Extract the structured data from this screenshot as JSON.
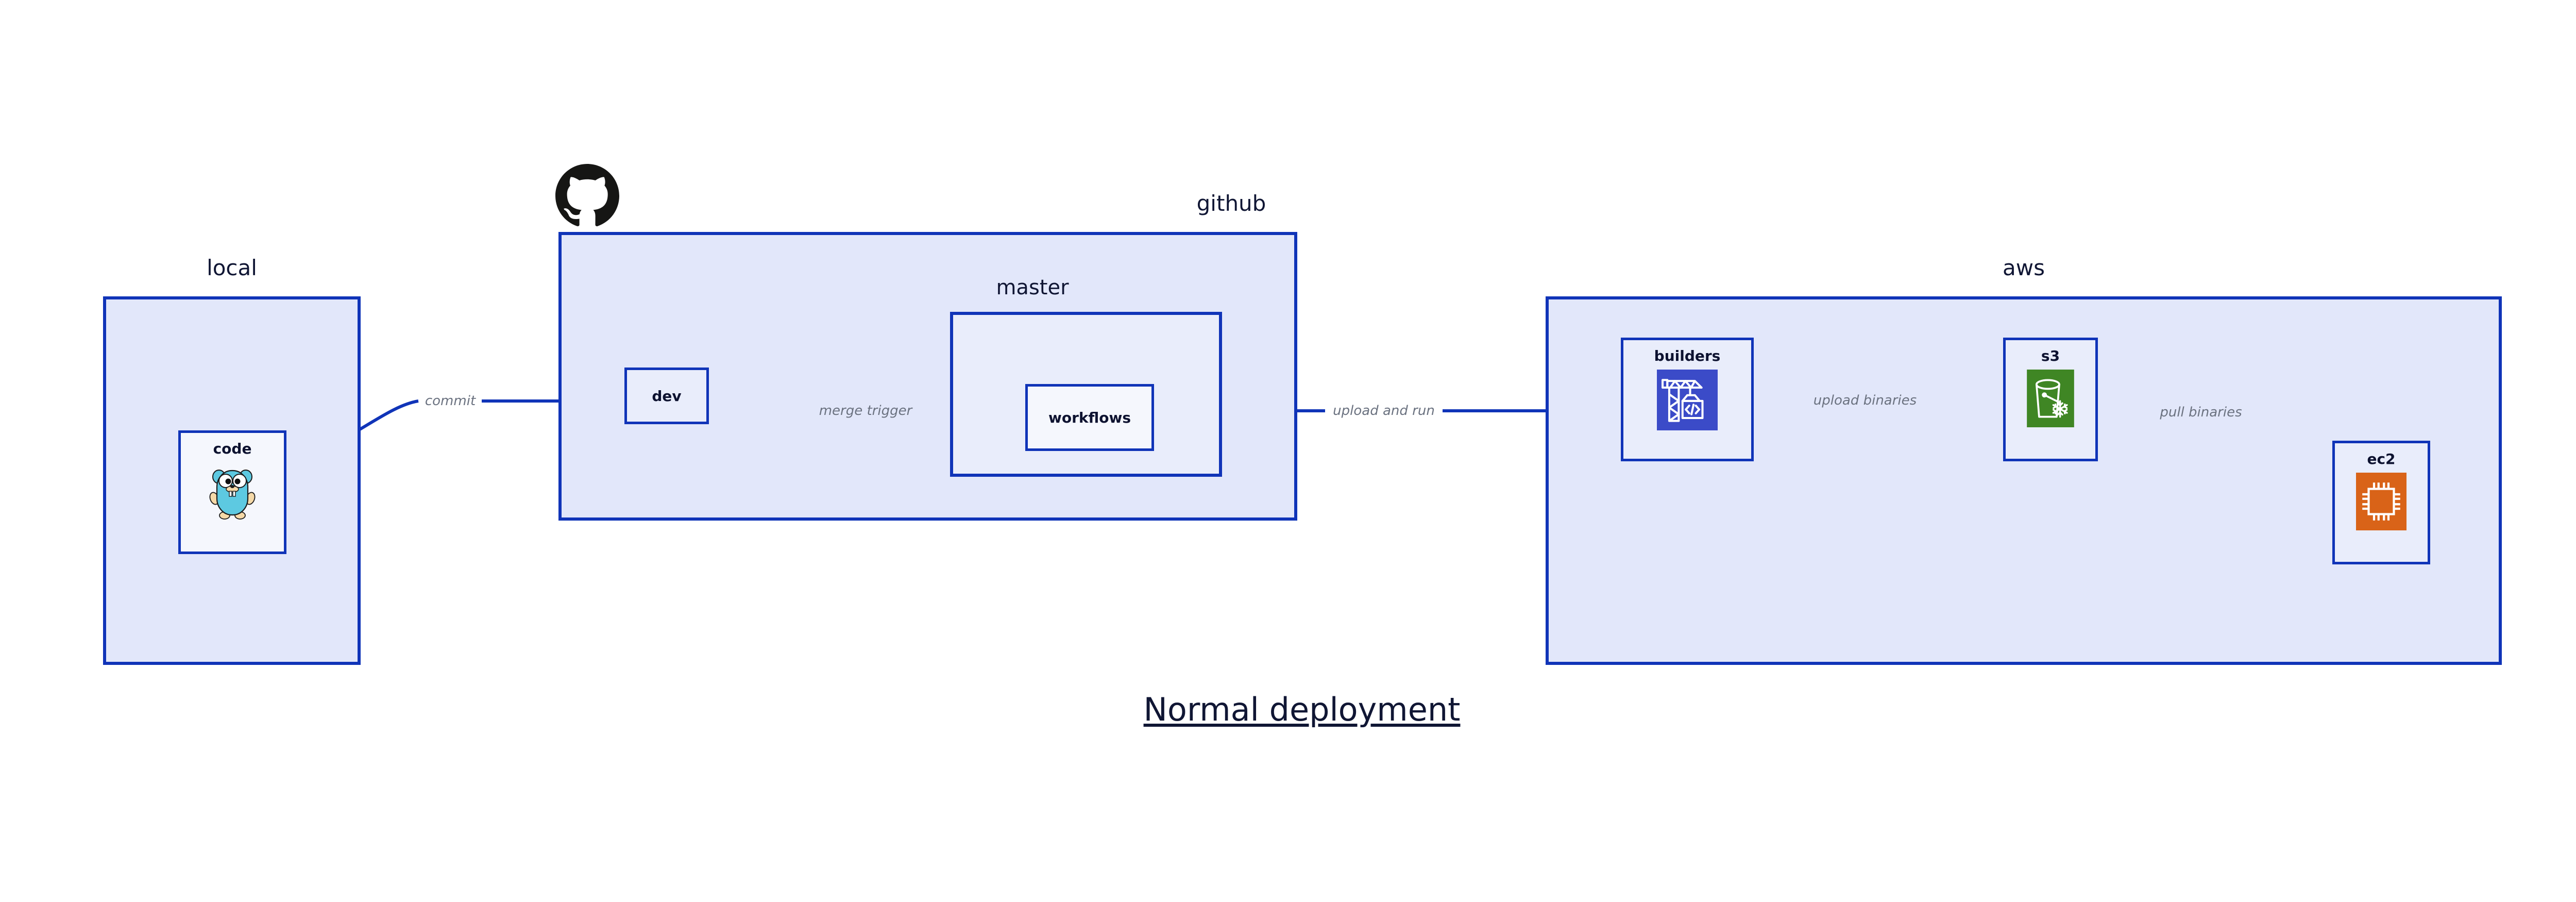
{
  "title": {
    "text": "Normal deployment"
  },
  "colors": {
    "group_fill": "#e2e7fa",
    "subgroup_fill": "#e9edfb",
    "node_fill": "#e9edfb",
    "node_pale_fill": "#f5f7fd",
    "border_blue": "#1034b8",
    "arrow_blue": "#1034b8",
    "label_navy": "#101634",
    "edge_label_gray": "#6b7280",
    "builders_icon_bg": "#3b4bc8",
    "s3_icon_bg": "#3f8624",
    "ec2_icon_bg": "#d96318",
    "gopher_body": "#5dc9e1",
    "gopher_limbs": "#f5d9a8",
    "octocat_black": "#161614"
  },
  "groups": [
    {
      "id": "local",
      "label": "local"
    },
    {
      "id": "github",
      "label": "github"
    },
    {
      "id": "master",
      "label": "master"
    },
    {
      "id": "aws",
      "label": "aws"
    }
  ],
  "nodes": [
    {
      "id": "code",
      "label": "code",
      "icon": "go-gopher-icon"
    },
    {
      "id": "dev",
      "label": "dev",
      "icon": "none"
    },
    {
      "id": "workflows",
      "label": "workflows",
      "icon": "none"
    },
    {
      "id": "builders",
      "label": "builders",
      "icon": "aws-builders-crane-icon"
    },
    {
      "id": "s3",
      "label": "s3",
      "icon": "aws-s3-bucket-icon"
    },
    {
      "id": "ec2",
      "label": "ec2",
      "icon": "aws-ec2-chip-icon"
    }
  ],
  "edges": [
    {
      "id": "commit",
      "from": "code",
      "to": "dev",
      "label": "commit"
    },
    {
      "id": "merge-trigger",
      "from": "dev",
      "to": "workflows",
      "label": "merge trigger"
    },
    {
      "id": "upload-and-run",
      "from": "workflows",
      "to": "builders",
      "label": "upload and run"
    },
    {
      "id": "upload-binaries",
      "from": "builders",
      "to": "s3",
      "label": "upload binaries"
    },
    {
      "id": "pull-binaries",
      "from": "s3",
      "to": "ec2",
      "label": "pull binaries"
    }
  ],
  "logos": [
    {
      "id": "github-octocat",
      "name": "github-octocat-icon"
    }
  ]
}
